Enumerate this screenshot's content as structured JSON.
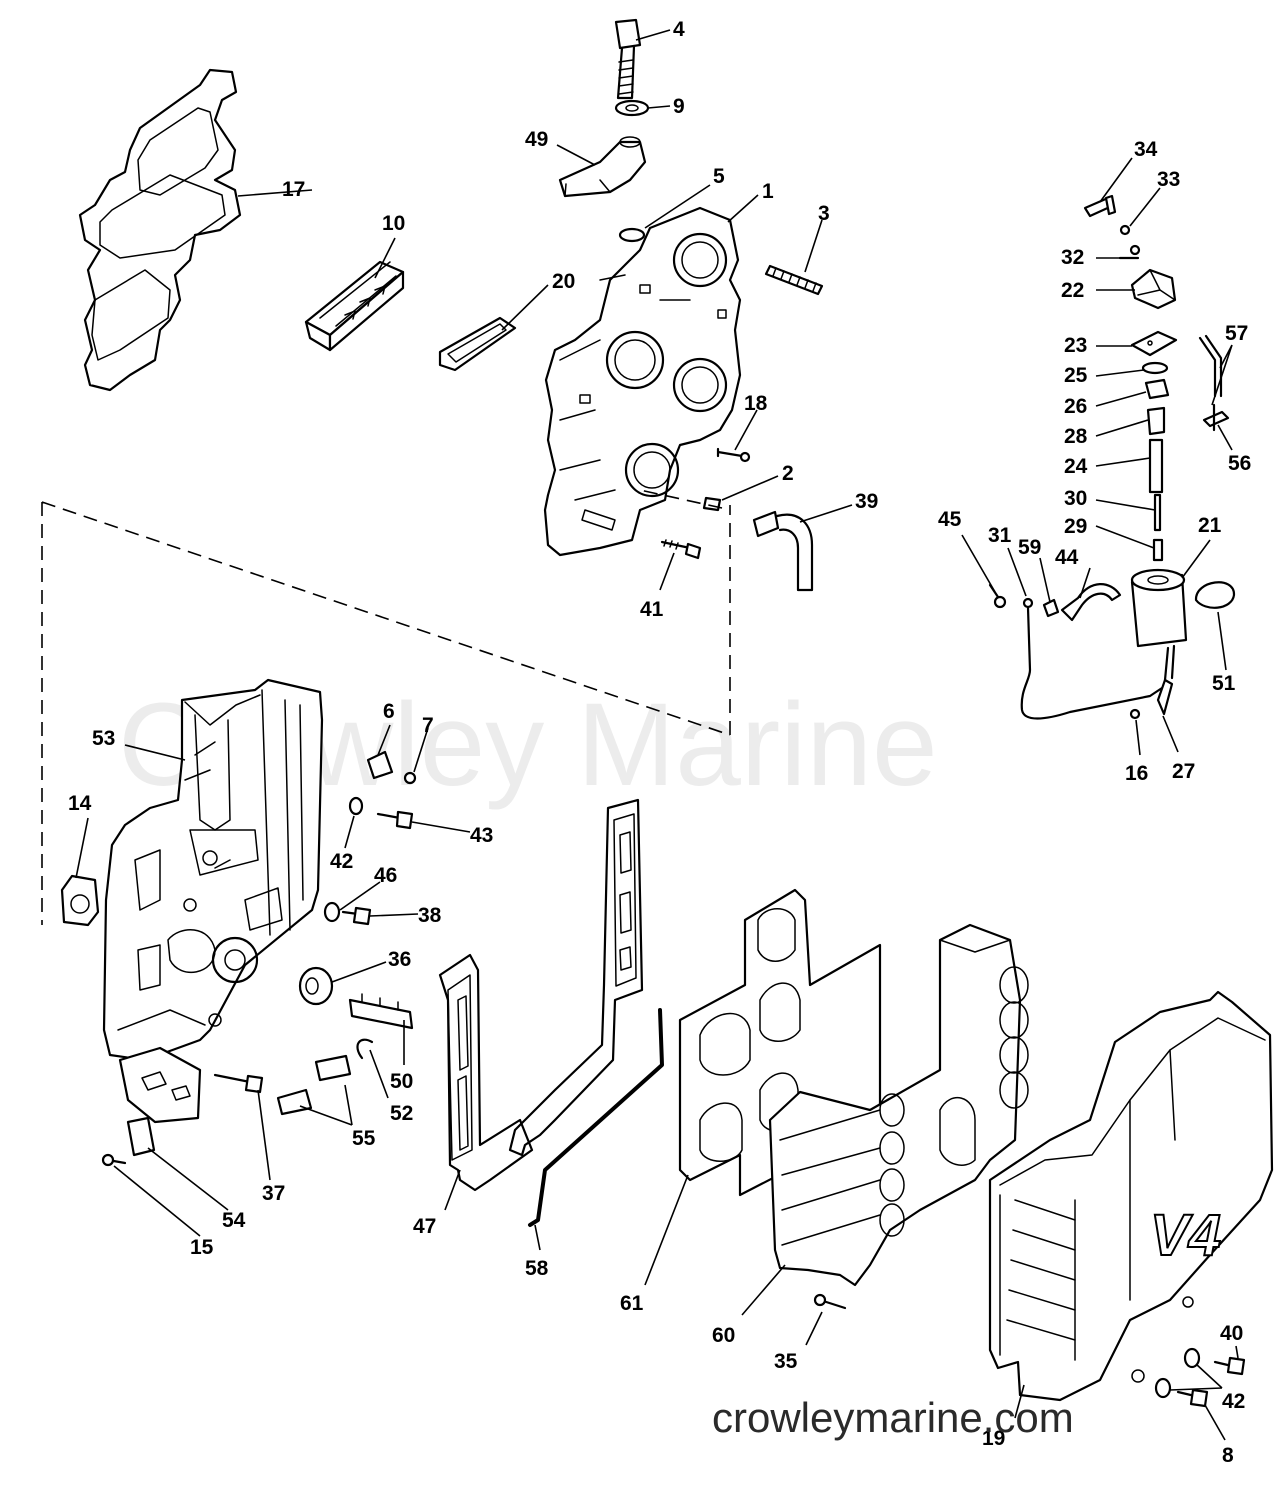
{
  "watermark": "Crowley Marine",
  "site_url": "crowleymarine.com",
  "decal_text": "V4",
  "callouts": [
    {
      "key": "c1",
      "text": "1"
    },
    {
      "key": "c2",
      "text": "2"
    },
    {
      "key": "c3",
      "text": "3"
    },
    {
      "key": "c4",
      "text": "4"
    },
    {
      "key": "c5",
      "text": "5"
    },
    {
      "key": "c6",
      "text": "6"
    },
    {
      "key": "c7",
      "text": "7"
    },
    {
      "key": "c8",
      "text": "8"
    },
    {
      "key": "c9",
      "text": "9"
    },
    {
      "key": "c10",
      "text": "10"
    },
    {
      "key": "c14",
      "text": "14"
    },
    {
      "key": "c15",
      "text": "15"
    },
    {
      "key": "c16",
      "text": "16"
    },
    {
      "key": "c17",
      "text": "17"
    },
    {
      "key": "c18",
      "text": "18"
    },
    {
      "key": "c19",
      "text": "19"
    },
    {
      "key": "c20",
      "text": "20"
    },
    {
      "key": "c21",
      "text": "21"
    },
    {
      "key": "c22",
      "text": "22"
    },
    {
      "key": "c23",
      "text": "23"
    },
    {
      "key": "c24",
      "text": "24"
    },
    {
      "key": "c25",
      "text": "25"
    },
    {
      "key": "c26",
      "text": "26"
    },
    {
      "key": "c27",
      "text": "27"
    },
    {
      "key": "c28",
      "text": "28"
    },
    {
      "key": "c29",
      "text": "29"
    },
    {
      "key": "c30",
      "text": "30"
    },
    {
      "key": "c31",
      "text": "31"
    },
    {
      "key": "c32",
      "text": "32"
    },
    {
      "key": "c33",
      "text": "33"
    },
    {
      "key": "c34",
      "text": "34"
    },
    {
      "key": "c35",
      "text": "35"
    },
    {
      "key": "c36",
      "text": "36"
    },
    {
      "key": "c37",
      "text": "37"
    },
    {
      "key": "c38",
      "text": "38"
    },
    {
      "key": "c39",
      "text": "39"
    },
    {
      "key": "c40",
      "text": "40"
    },
    {
      "key": "c41",
      "text": "41"
    },
    {
      "key": "c42a",
      "text": "42"
    },
    {
      "key": "c42b",
      "text": "42"
    },
    {
      "key": "c43",
      "text": "43"
    },
    {
      "key": "c44",
      "text": "44"
    },
    {
      "key": "c45",
      "text": "45"
    },
    {
      "key": "c46",
      "text": "46"
    },
    {
      "key": "c47",
      "text": "47"
    },
    {
      "key": "c49",
      "text": "49"
    },
    {
      "key": "c50",
      "text": "50"
    },
    {
      "key": "c51",
      "text": "51"
    },
    {
      "key": "c52",
      "text": "52"
    },
    {
      "key": "c53",
      "text": "53"
    },
    {
      "key": "c54",
      "text": "54"
    },
    {
      "key": "c55",
      "text": "55"
    },
    {
      "key": "c56",
      "text": "56"
    },
    {
      "key": "c57",
      "text": "57"
    },
    {
      "key": "c58",
      "text": "58"
    },
    {
      "key": "c59",
      "text": "59"
    },
    {
      "key": "c60",
      "text": "60"
    },
    {
      "key": "c61",
      "text": "61"
    }
  ]
}
